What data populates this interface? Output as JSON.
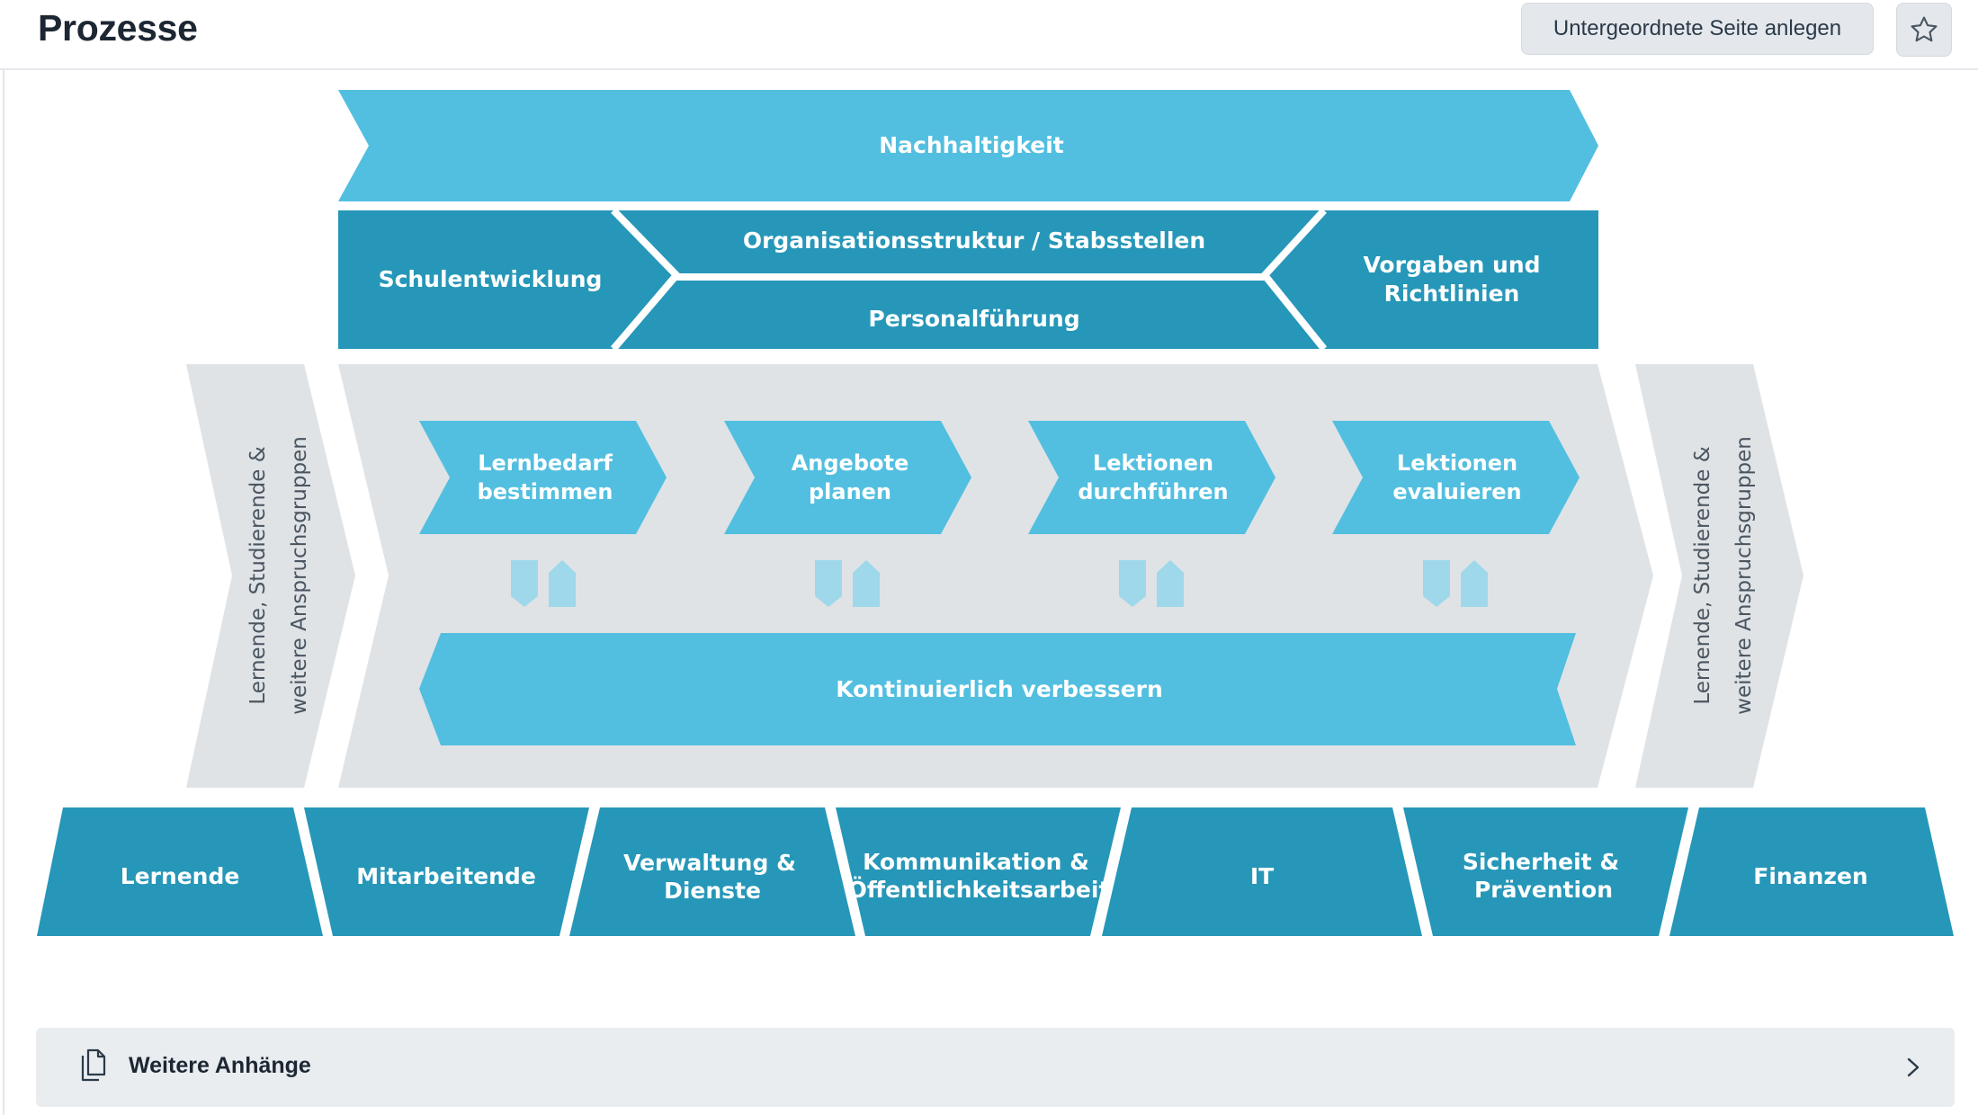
{
  "page": {
    "title": "Prozesse",
    "create_subpage_label": "Untergeordnete Seite anlegen",
    "favorite_icon": "star-icon"
  },
  "diagram": {
    "top_banner": "Nachhaltigkeit",
    "management": {
      "left": "Schulentwicklung",
      "center_top": "Organisationsstruktur / Stabsstellen",
      "center_bottom": "Personalführung",
      "right_line1": "Vorgaben und",
      "right_line2": "Richtlinien"
    },
    "side_left": {
      "line1": "Lernende, Studierende &",
      "line2": "weitere Anspruchsgruppen"
    },
    "side_right": {
      "line1": "Lernende, Studierende &",
      "line2": "weitere Anspruchsgruppen"
    },
    "core_steps": [
      {
        "line1": "Lernbedarf",
        "line2": "bestimmen"
      },
      {
        "line1": "Angebote",
        "line2": "planen"
      },
      {
        "line1": "Lektionen",
        "line2": "durchführen"
      },
      {
        "line1": "Lektionen",
        "line2": "evaluieren"
      }
    ],
    "improvement": "Kontinuierlich verbessern",
    "support": [
      {
        "line1": "Lernende",
        "line2": ""
      },
      {
        "line1": "Mitarbeitende",
        "line2": ""
      },
      {
        "line1": "Verwaltung &",
        "line2": "Dienste"
      },
      {
        "line1": "Kommunikation &",
        "line2": "Öffentlichkeitsarbeit"
      },
      {
        "line1": "IT",
        "line2": ""
      },
      {
        "line1": "Sicherheit &",
        "line2": "Prävention"
      },
      {
        "line1": "Finanzen",
        "line2": ""
      }
    ],
    "colors": {
      "light_blue": "#52bfe0",
      "dark_teal": "#2697b8",
      "grey": "#dfe3e6",
      "side_text": "#4a5560"
    }
  },
  "attachments": {
    "label": "Weitere Anhänge",
    "icon": "document-copy-icon",
    "chevron": "chevron-right-icon"
  }
}
